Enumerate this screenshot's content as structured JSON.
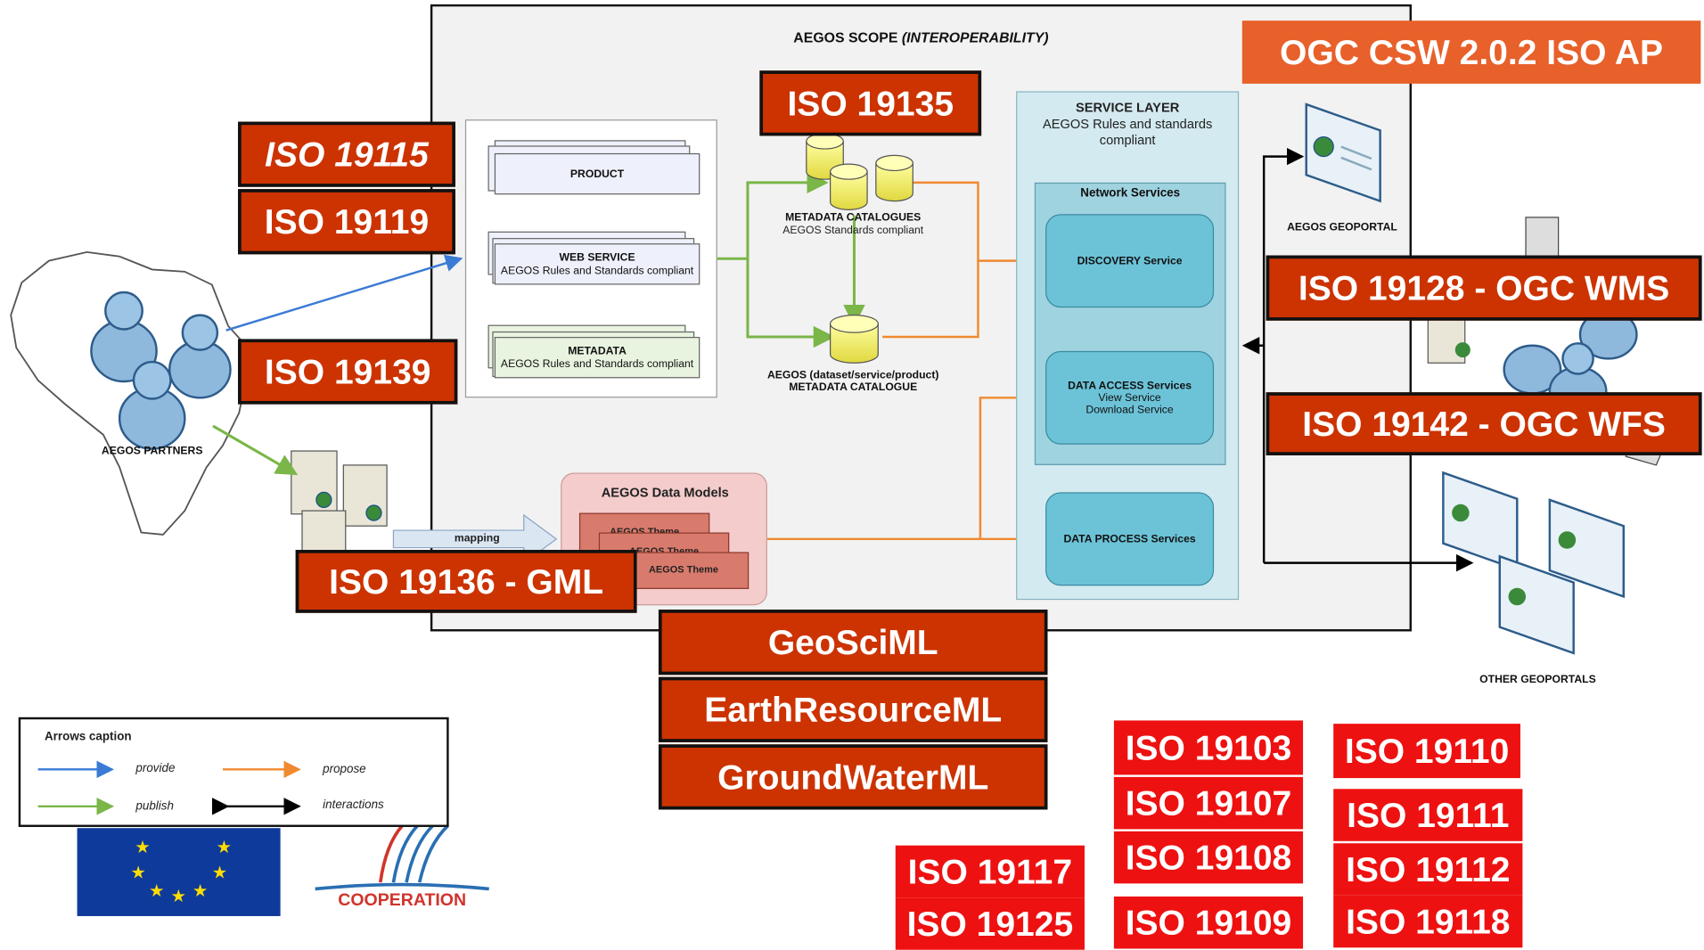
{
  "scope": {
    "title_prefix": "AEGOS SCOPE ",
    "title_italic": "(INTEROPERABILITY)"
  },
  "panel": {
    "product": "PRODUCT",
    "web_service": "WEB SERVICE",
    "web_service_sub": "AEGOS Rules and Standards compliant",
    "metadata": "METADATA",
    "metadata_sub": "AEGOS Rules and Standards compliant"
  },
  "catalogues": {
    "top_title": "METADATA CATALOGUES",
    "top_sub": "AEGOS Standards compliant",
    "bottom_line1": "AEGOS (dataset/service/product)",
    "bottom_line2": "METADATA CATALOGUE"
  },
  "service_layer": {
    "title": "SERVICE LAYER",
    "line1": "AEGOS Rules and standards",
    "line2": "compliant",
    "network": "Network Services",
    "discovery": "DISCOVERY Service",
    "access": "DATA ACCESS Services",
    "view": "View Service",
    "download": "Download Service",
    "process": "DATA PROCESS Services"
  },
  "data_models": {
    "title": "AEGOS Data Models",
    "theme1": "AEGOS Theme",
    "theme2": "AEGOS Theme",
    "theme3": "AEGOS Theme",
    "mapping": "mapping"
  },
  "labels": {
    "partners": "AEGOS PARTNERS",
    "geoportal": "AEGOS GEOPORTAL",
    "other_geoportals": "OTHER GEOPORTALS",
    "cooperation": "COOPERATION"
  },
  "legend": {
    "title": "Arrows caption",
    "provide": "provide",
    "propose": "propose",
    "publish": "publish",
    "interactions": "interactions"
  },
  "tags": {
    "iso19115": "ISO 19115",
    "iso19119": "ISO 19119",
    "iso19139": "ISO 19139",
    "iso19135": "ISO 19135",
    "iso19136": "ISO 19136 - GML",
    "ogc_csw": "OGC CSW 2.0.2 ISO AP",
    "wms": "ISO 19128 - OGC WMS",
    "wfs": "ISO 19142 - OGC WFS",
    "geosciml": "GeoSciML",
    "earthresourceml": "EarthResourceML",
    "groundwaterml": "GroundWaterML",
    "iso19103": "ISO 19103",
    "iso19107": "ISO 19107",
    "iso19108": "ISO 19108",
    "iso19109": "ISO 19109",
    "iso19110": "ISO 19110",
    "iso19111": "ISO 19111",
    "iso19112": "ISO 19112",
    "iso19118": "ISO 19118",
    "iso19117": "ISO 19117",
    "iso19125": "ISO 19125"
  },
  "colors": {
    "tag_red": "#cc3300",
    "tag_orange": "#e8602a",
    "tag_bright_red": "#ee1111",
    "provide_arrow": "#3a7bd5",
    "propose_arrow": "#f08a30",
    "publish_arrow": "#7ab648",
    "interaction_arrow": "#000000"
  }
}
